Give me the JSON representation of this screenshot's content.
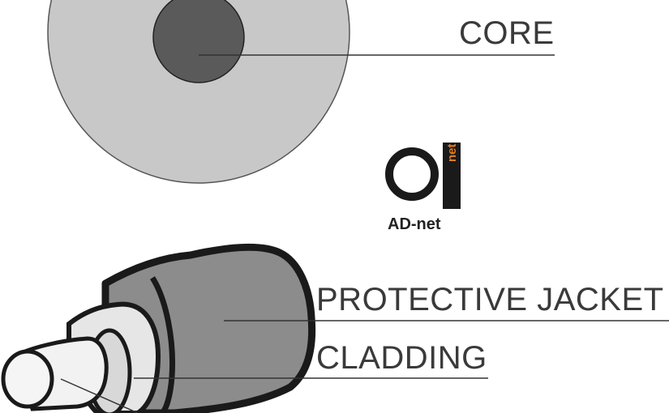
{
  "labels": {
    "core": "CORE",
    "protective_jacket": "PROTECTIVE JACKET",
    "cladding": "CLADDING"
  },
  "logo": {
    "brand": "AD-net",
    "sub": "net",
    "accent_color": "#e07b1f"
  },
  "colors": {
    "cladding_fill": "#c8c8c8",
    "core_fill": "#5a5a5a",
    "jacket_fill": "#8c8c8c",
    "outline": "#1a1a1a"
  }
}
